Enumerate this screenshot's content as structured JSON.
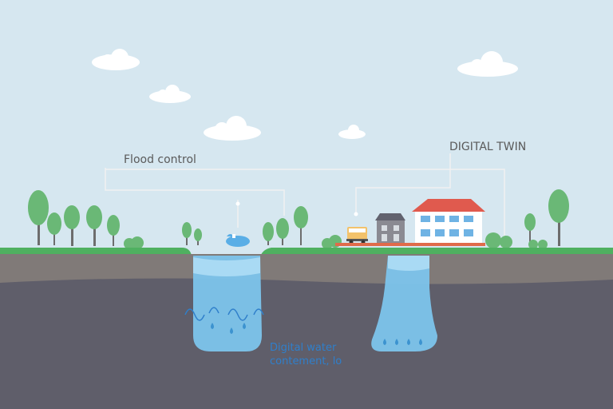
{
  "labels": {
    "flood_control": "Flood control",
    "digital_twin": "DIGITAL TWIN",
    "containment_line1": "Digital water",
    "containment_line2": "contement, lo"
  },
  "colors": {
    "sky": "#d6e7f0",
    "grass": "#4fb060",
    "soil_top": "#807a78",
    "soil_deep": "#5f5e6a",
    "water": "#7cc4ec",
    "water_dark": "#3c93d0",
    "tree": "#6ab876",
    "roof": "#e05a4e",
    "house_wall": "#ffffff",
    "window": "#6fb3e4",
    "gray_house": "#8a8a92",
    "gray_roof": "#62626e",
    "connector": "#f1f1f1",
    "label_text": "#5a5a5a",
    "containment_text": "#2f7fcb"
  }
}
